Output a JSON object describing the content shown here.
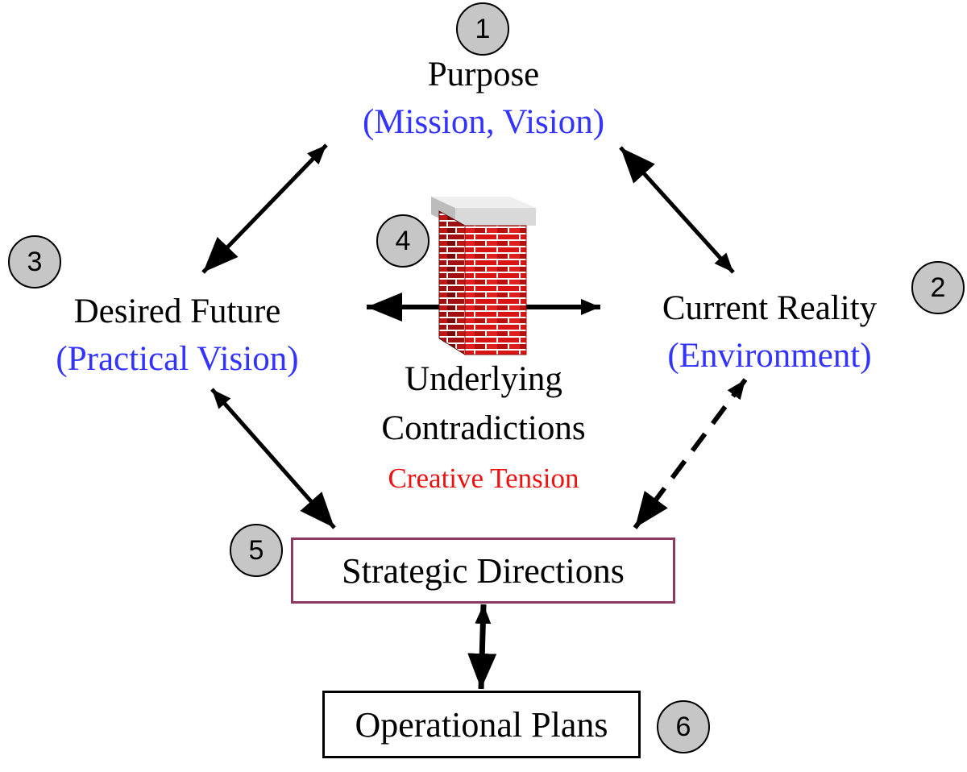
{
  "colors": {
    "text": "#000000",
    "subtitle": "#3333ff",
    "tension": "#ee1111",
    "badge_fill": "#c6c6c6",
    "strategic_border": "#8b3a62",
    "operational_border": "#000000",
    "brick": "#d91414",
    "brick_dark": "#7a0a0a",
    "mortar": "#ffffff",
    "cap": "#d9d9d9"
  },
  "nodes": {
    "purpose": {
      "number": "1",
      "title": "Purpose",
      "subtitle": "(Mission, Vision)"
    },
    "current_reality": {
      "number": "2",
      "title": "Current Reality",
      "subtitle": "(Environment)"
    },
    "desired_future": {
      "number": "3",
      "title": "Desired Future",
      "subtitle": "(Practical Vision)"
    },
    "underlying_contradictions": {
      "number": "4",
      "title_line1": "Underlying",
      "title_line2": "Contradictions",
      "note": "Creative Tension",
      "icon": "brick-wall-icon"
    },
    "strategic_directions": {
      "number": "5",
      "title": "Strategic Directions"
    },
    "operational_plans": {
      "number": "6",
      "title": "Operational Plans"
    }
  },
  "connections": [
    {
      "from": "purpose",
      "to": "desired_future",
      "style": "solid",
      "direction": "both"
    },
    {
      "from": "purpose",
      "to": "current_reality",
      "style": "solid",
      "direction": "both"
    },
    {
      "from": "desired_future",
      "to": "current_reality",
      "style": "solid",
      "direction": "both"
    },
    {
      "from": "desired_future",
      "to": "strategic_directions",
      "style": "solid",
      "direction": "both"
    },
    {
      "from": "current_reality",
      "to": "strategic_directions",
      "style": "dashed",
      "direction": "both"
    },
    {
      "from": "strategic_directions",
      "to": "operational_plans",
      "style": "solid",
      "direction": "both"
    }
  ]
}
